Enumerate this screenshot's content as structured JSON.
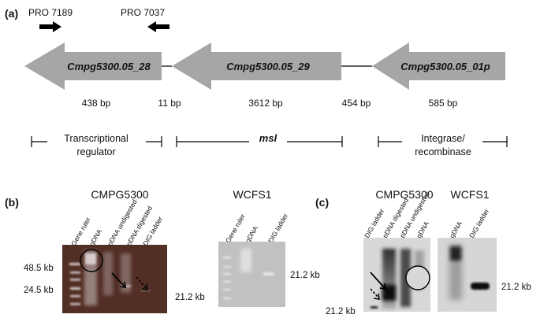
{
  "panel_a": {
    "label": "(a)",
    "primers": [
      {
        "name": "PRO 7189",
        "direction": "right"
      },
      {
        "name": "PRO 7037",
        "direction": "left"
      }
    ],
    "genes": [
      {
        "name": "Cmpg5300.05_28",
        "length": "438 bp"
      },
      {
        "name": "Cmpg5300.05_29",
        "length": "3612 bp"
      },
      {
        "name": "Cmpg5300.05_01p",
        "length": "585 bp"
      }
    ],
    "intergenic": [
      "11 bp",
      "454 bp"
    ],
    "functions": {
      "f1_line1": "Transcriptional",
      "f1_line2": "regulator",
      "f2": "msl",
      "f3_line1": "Integrase/",
      "f3_line2": "recombinase"
    }
  },
  "panel_b": {
    "label": "(b)",
    "gel1": {
      "title": "CMPG5300",
      "lanes": [
        "Gene ruler",
        "gDNA",
        "pDNA undigested",
        "pDNA digested",
        "DIG ladder"
      ],
      "markers": [
        "48.5 kb",
        "24.5 kb",
        "21.2 kb"
      ]
    },
    "gel2": {
      "title": "WCFS1",
      "lanes": [
        "Gene ruler",
        "gDNA",
        "DIG ladder"
      ],
      "marker": "21.2 kb"
    }
  },
  "panel_c": {
    "label": "(c)",
    "blot1": {
      "title": "CMPG5300",
      "lanes": [
        "DIG ladder",
        "pDNA digested",
        "pDNA undigested",
        "gDNA"
      ],
      "marker": "21.2 kb"
    },
    "blot2": {
      "title": "WCFS1",
      "lanes": [
        "gDNA",
        "DIG ladder"
      ],
      "marker": "21.2 kb"
    }
  },
  "colors": {
    "gene_arrow": "#a6a6a6",
    "gel_dark": "#4a2a22",
    "gel_gray": "#c7c7c7",
    "blot_bg": "#d8d8d8"
  }
}
